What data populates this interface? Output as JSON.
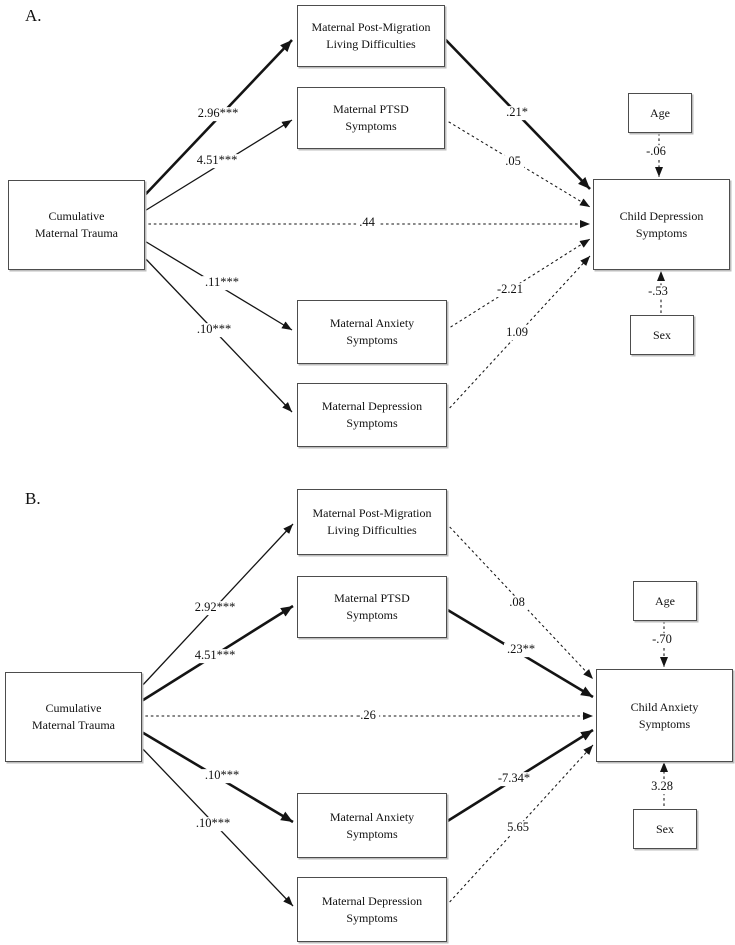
{
  "panel_a": {
    "label": "A.",
    "nodes": {
      "cumulative": "Cumulative\nMaternal Trauma",
      "postmigration": "Maternal Post-Migration\nLiving Difficulties",
      "ptsd": "Maternal PTSD\nSymptoms",
      "anxiety": "Maternal Anxiety\nSymptoms",
      "depression": "Maternal Depression\nSymptoms",
      "outcome": "Child Depression\nSymptoms",
      "age": "Age",
      "sex": "Sex"
    },
    "coefficients": {
      "trauma_to_postmigration": "2.96***",
      "trauma_to_ptsd": "4.51***",
      "trauma_to_anxiety": ".11***",
      "trauma_to_depression": ".10***",
      "trauma_direct": ".44",
      "postmigration_to_child": ".21*",
      "ptsd_to_child": ".05",
      "anxiety_to_child": "-2.21",
      "depression_to_child": "1.09",
      "age_to_child": "-.06",
      "sex_to_child": "-.53"
    }
  },
  "panel_b": {
    "label": "B.",
    "nodes": {
      "cumulative": "Cumulative\nMaternal Trauma",
      "postmigration": "Maternal Post-Migration\nLiving Difficulties",
      "ptsd": "Maternal PTSD\nSymptoms",
      "anxiety": "Maternal Anxiety\nSymptoms",
      "depression": "Maternal Depression\nSymptoms",
      "outcome": "Child Anxiety\nSymptoms",
      "age": "Age",
      "sex": "Sex"
    },
    "coefficients": {
      "trauma_to_postmigration": "2.92***",
      "trauma_to_ptsd": "4.51***",
      "trauma_to_anxiety": ".10***",
      "trauma_to_depression": ".10***",
      "trauma_direct": "-.26",
      "postmigration_to_child": ".08",
      "ptsd_to_child": ".23**",
      "anxiety_to_child": "-7.34*",
      "depression_to_child": "5.65",
      "age_to_child": "-.70",
      "sex_to_child": "3.28"
    }
  }
}
